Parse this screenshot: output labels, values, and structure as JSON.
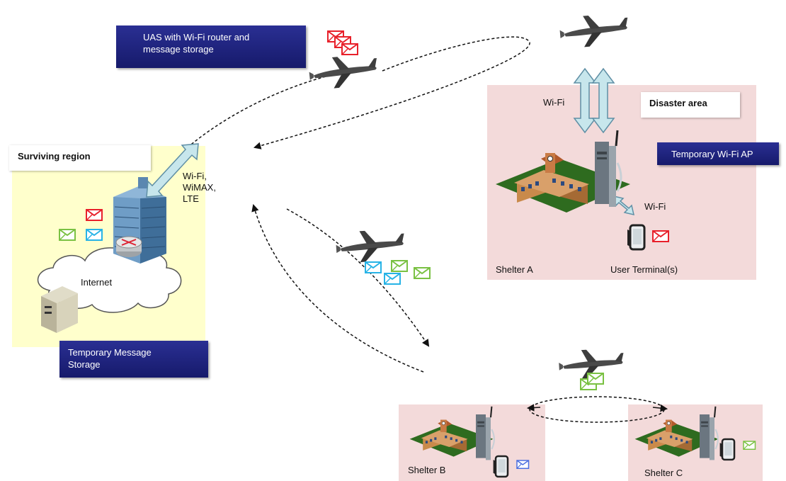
{
  "callouts": {
    "uas": "UAS with Wi-Fi router and message storage",
    "temp_ap": "Temporary Wi-Fi AP",
    "temp_storage": "Temporary Message Storage"
  },
  "regions": {
    "surviving": "Surviving region",
    "disaster": "Disaster area"
  },
  "labels": {
    "wifi_top": "Wi-Fi",
    "wifi_ap": "Wi-Fi",
    "wifi_wimax_lte": [
      "Wi-Fi,",
      "WiMAX,",
      "LTE"
    ],
    "internet": "Internet",
    "shelter_a": "Shelter A",
    "user_terminals": "User Terminal(s)",
    "shelter_b": "Shelter B",
    "shelter_c": "Shelter C"
  },
  "colors": {
    "region_bg": "#ffffcc",
    "shelter_bg": "#f3dada",
    "callout_navy": "#1e227d",
    "arrow_fill": "#c7e6ec",
    "arrow_stroke": "#5f8fa5",
    "msg_red": "#e8212b",
    "msg_green": "#7ac143",
    "msg_cyan": "#27b3e6",
    "msg_blue": "#4c6fe0"
  },
  "icons": [
    "uas-plane-icon",
    "envelope-icon",
    "building-icon",
    "router-icon",
    "server-icon",
    "cloud-icon",
    "school-building-icon",
    "access-point-icon",
    "mobile-terminal-icon",
    "bidirectional-arrow-icon",
    "dashed-flight-path"
  ]
}
